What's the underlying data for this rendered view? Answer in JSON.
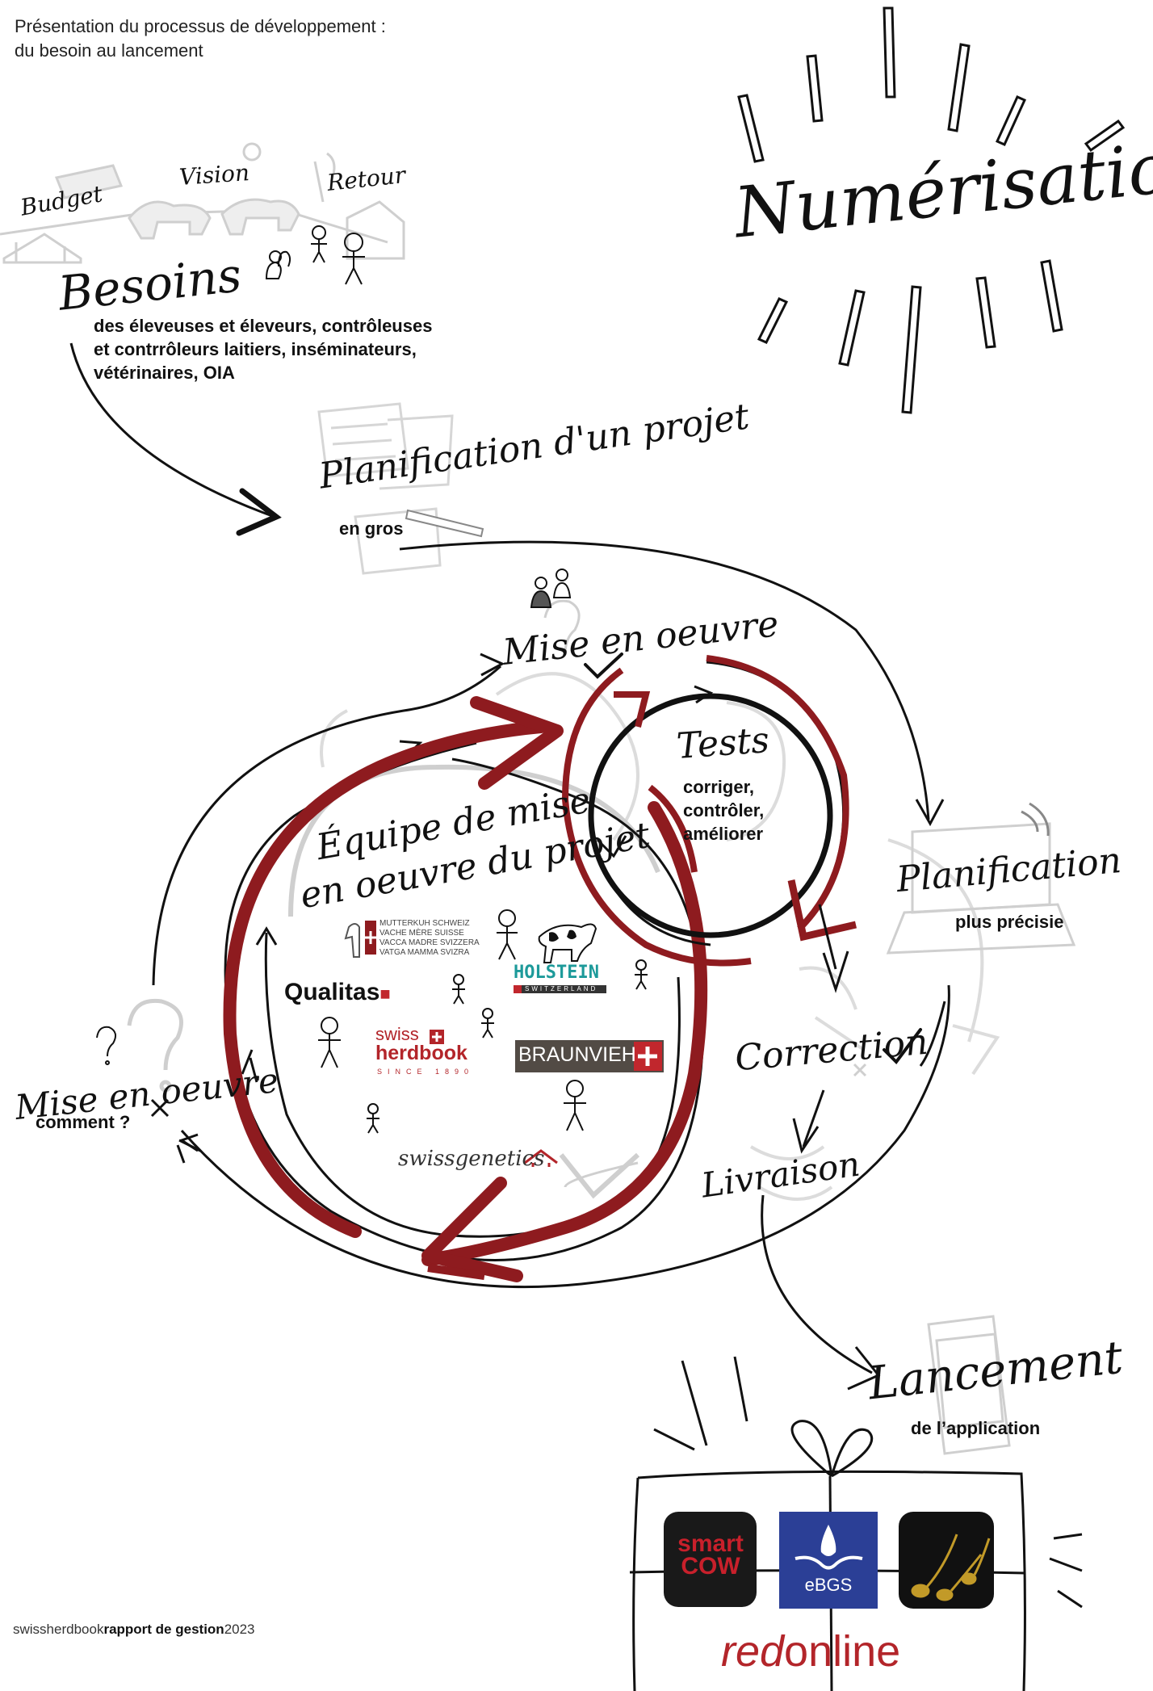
{
  "header": {
    "line1": "Présentation du processus de développement :",
    "line2": "du besoin au lancement"
  },
  "title": "Numérisation",
  "besoins": {
    "small_labels": [
      "Budget",
      "Vision",
      "Retour"
    ],
    "title": "Besoins",
    "desc_lines": [
      "des éleveuses et éleveurs, contrôleuses",
      "et contrrôleurs laitiers, inséminateurs,",
      "vétérinaires, OIA"
    ]
  },
  "planification_projet": {
    "title": "Planification d'un projet",
    "sub": "en gros"
  },
  "mise_en_oeuvre_top": {
    "title": "Mise en oeuvre"
  },
  "tests": {
    "title": "Tests",
    "lines": [
      "corriger,",
      "contrôler,",
      "améliorer"
    ]
  },
  "equipe": {
    "title_lines": [
      "Équipe de mise",
      "en oeuvre du projet"
    ],
    "logos": {
      "mutterkuh": [
        "MUTTERKUH SCHWEIZ",
        "VACHE MÈRE SUISSE",
        "VACCA MADRE SVIZZERA",
        "VATGA MAMMA SVIZRA"
      ],
      "holstein_main": "HOLSTEIN",
      "holstein_sub": "SWITZERLAND",
      "qualitas": "Qualitas",
      "swiss_word": "swiss",
      "herdbook_word": "herdbook",
      "since": "SINCE 1890",
      "braunvieh": "BRAUNVIEH",
      "swissgenetics": "swissgenetics"
    }
  },
  "planification_precise": {
    "title": "Planification",
    "sub": "plus précisie"
  },
  "correction": {
    "title": "Correction"
  },
  "livraison": {
    "title": "Livraison"
  },
  "mise_en_oeuvre_left": {
    "title": "Mise en oeuvre",
    "sub": "comment ?"
  },
  "lancement": {
    "title": "Lancement",
    "sub": "de l’application"
  },
  "apps": {
    "smartcow_line1": "smart",
    "smartcow_line2": "COW",
    "ebgs": "eBGS",
    "redonline_red": "red",
    "redonline_dark": "online"
  },
  "footer": {
    "brand": "swissherdbook",
    "report": "rapport de gestion",
    "year": "2023"
  },
  "colors": {
    "accent_red": "#8e1b1f",
    "ink": "#111111",
    "sketch_gray": "#cfcfcf",
    "ebgs_blue": "#2b3f96"
  },
  "icons": [
    "burst-stroke-icon",
    "arrow-icon",
    "person-icon",
    "cow-icon",
    "laptop-icon",
    "phone-icon",
    "gift-box-icon",
    "checkmark-icon",
    "cross-icon",
    "question-icon"
  ]
}
